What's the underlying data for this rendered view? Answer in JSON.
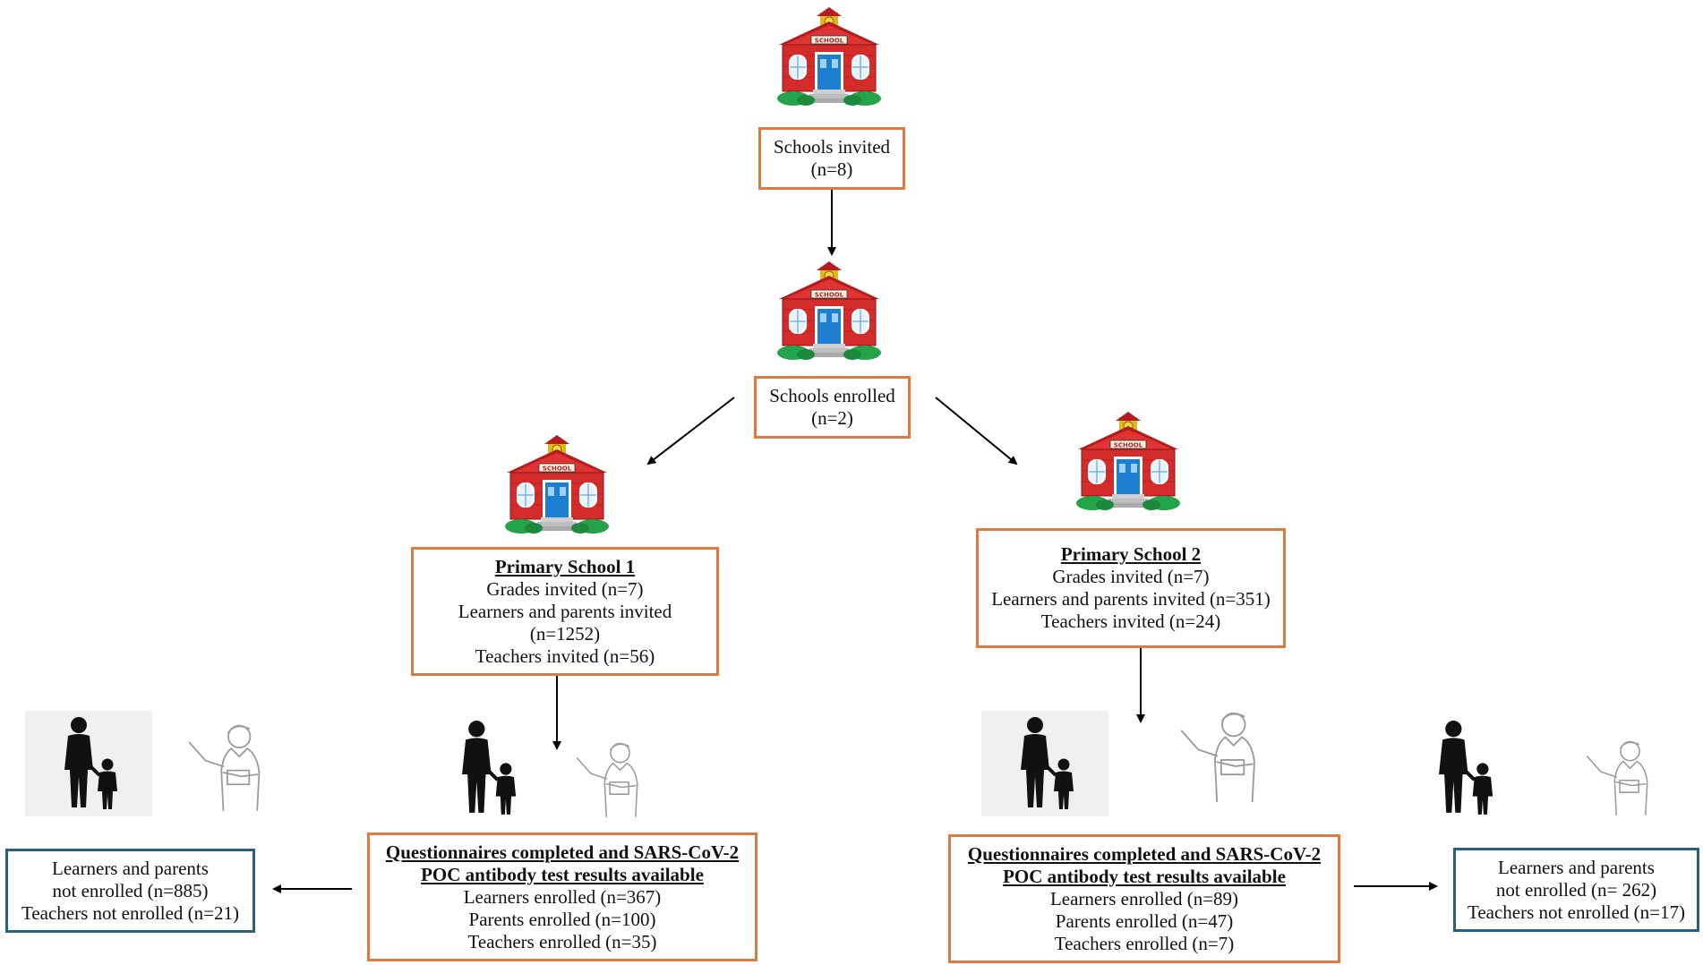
{
  "schools_invited": {
    "label": "Schools invited",
    "count": "(n=8)"
  },
  "schools_enrolled": {
    "label": "Schools enrolled",
    "count": "(n=2)"
  },
  "primary_school_1": {
    "title": "Primary School 1",
    "lines": [
      "Grades invited  (n=7)",
      "Learners and parents invited",
      "(n=1252)",
      "Teachers invited (n=56)"
    ]
  },
  "primary_school_2": {
    "title": "Primary School 2",
    "lines": [
      "Grades invited  (n=7)",
      "Learners and parents invited (n=351)",
      "Teachers invited (n=24)"
    ]
  },
  "results_1": {
    "title_line1": "Questionnaires completed and SARS-CoV-2",
    "title_line2": "POC antibody test results available",
    "lines": [
      "Learners enrolled (n=367)",
      "Parents enrolled (n=100)",
      "Teachers enrolled (n=35)"
    ]
  },
  "results_2": {
    "title_line1": "Questionnaires completed and SARS-CoV-2",
    "title_line2": "POC antibody test results available",
    "lines": [
      "Learners enrolled (n=89)",
      "Parents enrolled (n=47)",
      "Teachers enrolled (n=7)"
    ]
  },
  "not_enrolled_1": {
    "lines": [
      "Learners and parents",
      "not enrolled (n=885)",
      "Teachers not enrolled (n=21)"
    ]
  },
  "not_enrolled_2": {
    "lines": [
      "Learners and parents",
      "not enrolled (n= 262)",
      "Teachers not enrolled (n=17)"
    ]
  },
  "school_sign": "SCHOOL",
  "icons": [
    "school-icon",
    "parent-child-icon",
    "teacher-icon"
  ],
  "colors": {
    "box_orange": "#dd7a3e",
    "box_blue": "#27617f",
    "school_red": "#d42b2b",
    "door_blue": "#1d7fd1",
    "roof_red": "#b51d1d",
    "grass": "#23a34a"
  }
}
